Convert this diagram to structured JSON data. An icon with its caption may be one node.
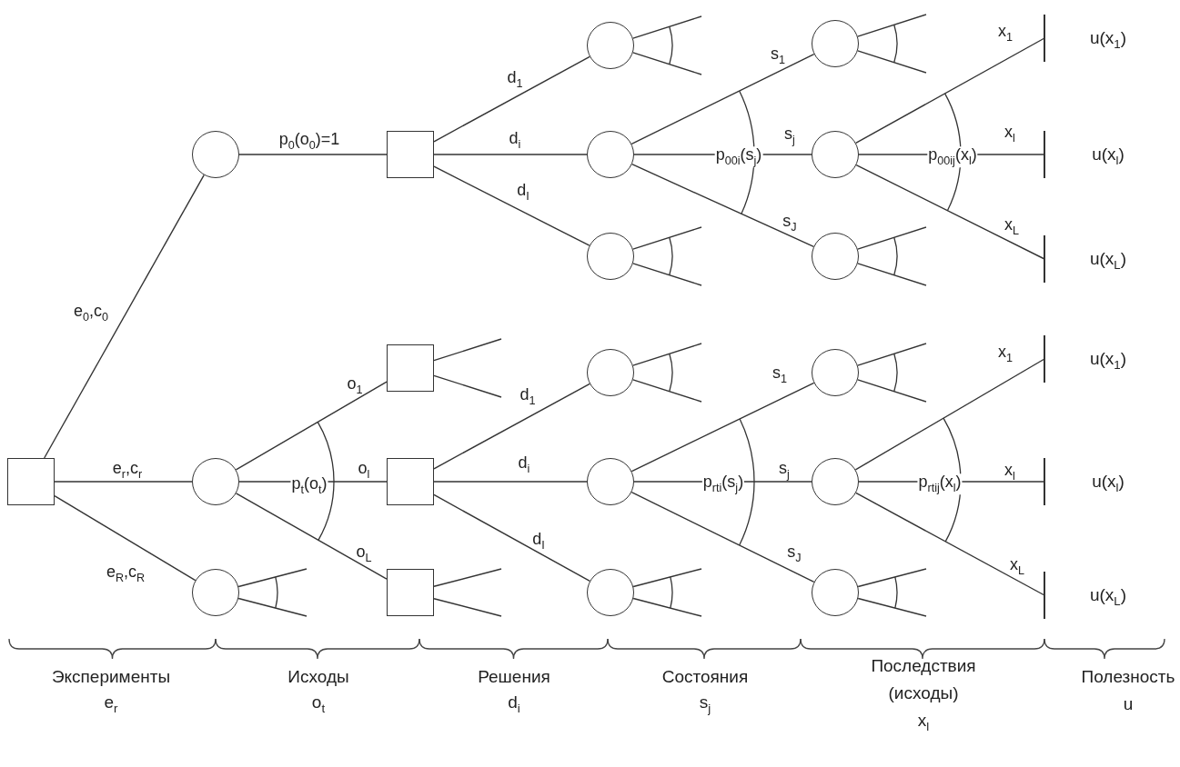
{
  "diagram": {
    "nodes": [
      {
        "text": [],
        "shape": "box"
      },
      {
        "text": [],
        "shape": "circle"
      },
      {
        "text": [],
        "shape": "box"
      },
      {
        "text": [],
        "shape": "circle"
      },
      {
        "text": [],
        "shape": "circle"
      },
      {
        "text": [],
        "shape": "circle"
      },
      {
        "text": [],
        "shape": "circle"
      },
      {
        "text": [],
        "shape": "circle"
      },
      {
        "text": [],
        "shape": "circle"
      },
      {
        "text": [],
        "shape": "bar",
        "beside": [
          "u(x$_{1}$)"
        ]
      },
      {
        "text": [],
        "shape": "bar",
        "beside": [
          "u(x$_{l}$)"
        ]
      },
      {
        "text": [],
        "shape": "bar",
        "beside": [
          "u(x$_{L}$)"
        ]
      },
      {
        "text": [],
        "shape": "circle"
      },
      {
        "text": [],
        "shape": "circle"
      },
      {
        "text": [],
        "shape": "box"
      },
      {
        "text": [],
        "shape": "box"
      },
      {
        "text": [],
        "shape": "box"
      },
      {
        "text": [],
        "shape": "circle"
      },
      {
        "text": [],
        "shape": "circle"
      },
      {
        "text": [],
        "shape": "circle"
      },
      {
        "text": [],
        "shape": "circle"
      },
      {
        "text": [],
        "shape": "circle"
      },
      {
        "text": [],
        "shape": "circle"
      },
      {
        "text": [],
        "shape": "bar",
        "beside": [
          "u(x$_{1}$)"
        ]
      },
      {
        "text": [],
        "shape": "bar",
        "beside": [
          "u(x$_{l}$)"
        ]
      },
      {
        "text": [],
        "shape": "bar",
        "beside": [
          "u(x$_{L}$)"
        ]
      }
    ],
    "edges": [
      {
        "from": 0,
        "to": 1,
        "arrow": "none",
        "label": "e$_{0}$,c$_{0}$"
      },
      {
        "from": 1,
        "to": 2,
        "arrow": "none",
        "label": "p$_{0}$(o$_{0}$)=1"
      },
      {
        "from": 2,
        "to": 3,
        "arrow": "none",
        "label": "d$_{1}$"
      },
      {
        "from": 2,
        "to": 4,
        "arrow": "none",
        "label": "d$_{i}$"
      },
      {
        "from": 2,
        "to": 5,
        "arrow": "none",
        "label": "d$_{I}$"
      },
      {
        "from": 4,
        "to": 6,
        "arrow": "none",
        "label": "s$_{1}$"
      },
      {
        "from": 4,
        "to": 7,
        "arrow": "none",
        "label": "s$_{j}$"
      },
      {
        "from": 4,
        "to": 8,
        "arrow": "none",
        "label": "s$_{J}$"
      },
      {
        "from": 7,
        "to": 9,
        "arrow": "none",
        "label": "x$_{1}$"
      },
      {
        "from": 7,
        "to": 10,
        "arrow": "none",
        "label": "x$_{l}$"
      },
      {
        "from": 7,
        "to": 11,
        "arrow": "none",
        "label": "x$_{L}$"
      },
      {
        "from": 0,
        "to": 12,
        "arrow": "none",
        "label": "e$_{r}$,c$_{r}$"
      },
      {
        "from": 0,
        "to": 13,
        "arrow": "none",
        "label": "e$_{R}$,c$_{R}$"
      },
      {
        "from": 12,
        "to": 14,
        "arrow": "none",
        "label": "o$_{1}$"
      },
      {
        "from": 12,
        "to": 15,
        "arrow": "none",
        "label": "o$_{l}$"
      },
      {
        "from": 12,
        "to": 16,
        "arrow": "none",
        "label": "o$_{L}$"
      },
      {
        "from": 15,
        "to": 17,
        "arrow": "none",
        "label": "d$_{1}$"
      },
      {
        "from": 15,
        "to": 18,
        "arrow": "none",
        "label": "d$_{i}$"
      },
      {
        "from": 15,
        "to": 19,
        "arrow": "none",
        "label": "d$_{I}$"
      },
      {
        "from": 18,
        "to": 20,
        "arrow": "none",
        "label": "s$_{1}$"
      },
      {
        "from": 18,
        "to": 21,
        "arrow": "none",
        "label": "s$_{j}$"
      },
      {
        "from": 18,
        "to": 22,
        "arrow": "none",
        "label": "s$_{J}$"
      },
      {
        "from": 21,
        "to": 23,
        "arrow": "none",
        "label": "x$_{1}$"
      },
      {
        "from": 21,
        "to": 24,
        "arrow": "none",
        "label": "x$_{l}$"
      },
      {
        "from": 21,
        "to": 25,
        "arrow": "none",
        "label": "x$_{L}$"
      },
      {
        "from": 3,
        "to": null,
        "arrow": "none"
      },
      {
        "from": 3,
        "to": null,
        "arrow": "none"
      },
      {
        "from": 5,
        "to": null,
        "arrow": "none"
      },
      {
        "from": 5,
        "to": null,
        "arrow": "none"
      },
      {
        "from": 6,
        "to": null,
        "arrow": "none"
      },
      {
        "from": 6,
        "to": null,
        "arrow": "none"
      },
      {
        "from": 8,
        "to": null,
        "arrow": "none"
      },
      {
        "from": 8,
        "to": null,
        "arrow": "none"
      },
      {
        "from": 13,
        "to": null,
        "arrow": "none"
      },
      {
        "from": 13,
        "to": null,
        "arrow": "none"
      },
      {
        "from": 14,
        "to": null,
        "arrow": "none"
      },
      {
        "from": 14,
        "to": null,
        "arrow": "none"
      },
      {
        "from": 16,
        "to": null,
        "arrow": "none"
      },
      {
        "from": 16,
        "to": null,
        "arrow": "none"
      },
      {
        "from": 17,
        "to": null,
        "arrow": "none"
      },
      {
        "from": 17,
        "to": null,
        "arrow": "none"
      },
      {
        "from": 19,
        "to": null,
        "arrow": "none"
      },
      {
        "from": 19,
        "to": null,
        "arrow": "none"
      },
      {
        "from": 20,
        "to": null,
        "arrow": "none"
      },
      {
        "from": 20,
        "to": null,
        "arrow": "none"
      },
      {
        "from": 22,
        "to": null,
        "arrow": "none"
      },
      {
        "from": 22,
        "to": null,
        "arrow": "none"
      }
    ],
    "labels": [
      "p$_{00i}$(s$_{j}$)",
      "p$_{00ij}$(x$_{l}$)",
      "p$_{t}$(o$_{t}$)",
      "p$_{rti}$(s$_{j}$)",
      "p$_{rtij}$(x$_{l}$)",
      "Эксперименты",
      "Исходы",
      "Решения",
      "Состояния",
      "Последствия",
      "Полезность",
      "e$_{r}$",
      "o$_{t}$",
      "d$_{i}$",
      "s$_{j}$",
      "(исходы)",
      "u",
      "x$_{l}$"
    ]
  }
}
